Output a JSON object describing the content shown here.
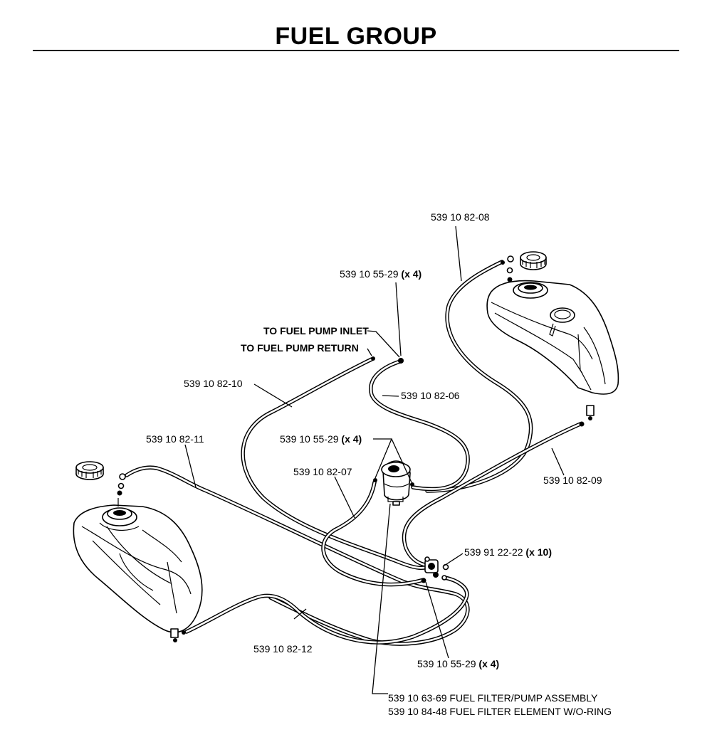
{
  "title": "FUEL GROUP",
  "labels": {
    "part_08": "539 10 82-08",
    "clamp_top_num": "539 10 55-29",
    "clamp_top_qty": "(x 4)",
    "to_inlet": "TO FUEL PUMP INLET",
    "to_return": "TO FUEL PUMP RETURN",
    "part_10": "539 10 82-10",
    "part_06": "539 10 82-06",
    "part_11": "539 10 82-11",
    "clamp_mid_num": "539 10 55-29",
    "clamp_mid_qty": "(x 4)",
    "part_07": "539 10 82-07",
    "part_09": "539 10 82-09",
    "valve_num": "539 91 22-22",
    "valve_qty": "(x 10)",
    "part_12": "539 10 82-12",
    "clamp_bot_num": "539 10 55-29",
    "clamp_bot_qty": "(x 4)",
    "filter_assembly": "539 10 63-69 FUEL FILTER/PUMP ASSEMBLY",
    "filter_element": "539 10 84-48 FUEL FILTER ELEMENT W/O-RING"
  }
}
